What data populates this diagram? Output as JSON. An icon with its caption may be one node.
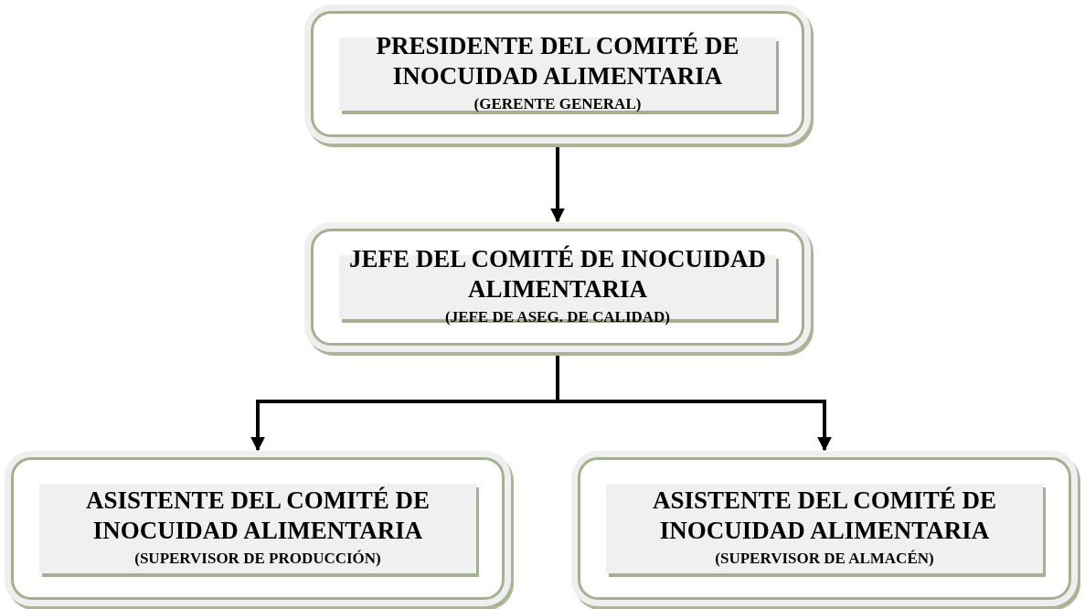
{
  "diagram": {
    "nodes": [
      {
        "text": [
          "PRESIDENTE DEL COMITÉ DE INOCUIDAD ALIMENTARIA",
          "(GERENTE GENERAL)"
        ]
      },
      {
        "text": [
          "JEFE DEL COMITÉ DE INOCUIDAD ALIMENTARIA",
          "(JEFE DE ASEG. DE CALIDAD)"
        ]
      },
      {
        "text": [
          "ASISTENTE DEL COMITÉ DE INOCUIDAD ALIMENTARIA",
          "(SUPERVISOR DE PRODUCCIÓN)"
        ]
      },
      {
        "text": [
          "ASISTENTE DEL COMITÉ DE INOCUIDAD ALIMENTARIA",
          "(SUPERVISOR DE ALMACÉN)"
        ]
      }
    ],
    "edges": [
      {
        "from": 0,
        "to": 1,
        "arrow": "to"
      },
      {
        "from": 1,
        "to": 2,
        "arrow": "to"
      },
      {
        "from": 1,
        "to": 3,
        "arrow": "to"
      }
    ]
  }
}
